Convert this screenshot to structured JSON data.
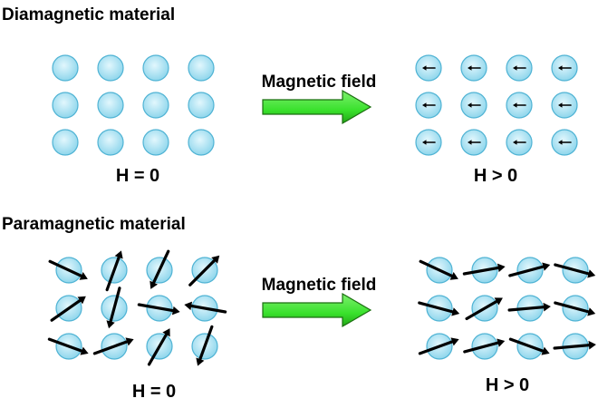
{
  "panels": [
    {
      "title": "Diamagnetic material",
      "field_label": "Magnetic field",
      "h_before": "H = 0",
      "h_after": "H > 0",
      "before_moments": "none",
      "after_moments_angles_deg": [
        [
          180,
          180,
          180,
          180
        ],
        [
          180,
          180,
          180,
          180
        ],
        [
          180,
          180,
          180,
          180
        ]
      ]
    },
    {
      "title": "Paramagnetic material",
      "field_label": "Magnetic field",
      "h_before": "H = 0",
      "h_after": "H > 0",
      "before_moments_angles_deg": [
        [
          -25,
          70,
          -115,
          45
        ],
        [
          35,
          -105,
          -10,
          170
        ],
        [
          -20,
          20,
          60,
          -110
        ]
      ],
      "after_moments_angles_deg": [
        [
          -25,
          10,
          15,
          -15
        ],
        [
          -15,
          30,
          5,
          -15
        ],
        [
          20,
          15,
          -20,
          5
        ]
      ]
    }
  ],
  "colors": {
    "atom_fill_center": "#e2f7fd",
    "atom_fill_edge": "#8fd6ec",
    "atom_stroke": "#4fb3d4",
    "moment_arrow": "#000000",
    "field_arrow_fill": "#39e12c",
    "field_arrow_stroke": "#1b6e10"
  }
}
